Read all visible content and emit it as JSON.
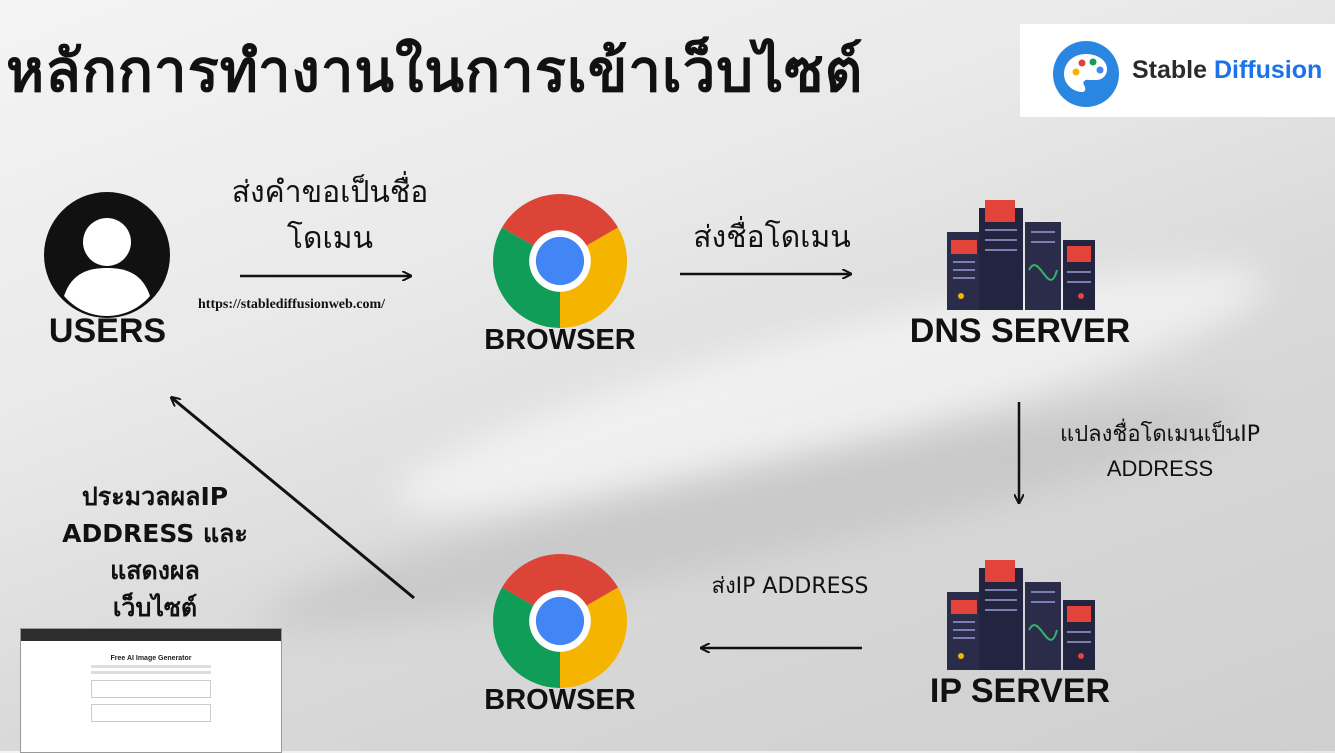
{
  "title": "หลักการทำงานในการเข้าเว็บไซต์",
  "logo": {
    "text_part1": "Stable",
    "text_part2": "Diffusion",
    "icon": "palette-icon"
  },
  "nodes": {
    "users": "USERS",
    "browser_top": "BROWSER",
    "dns_server": "DNS SERVER",
    "ip_server": "IP SERVER",
    "browser_bottom": "BROWSER"
  },
  "edges": {
    "users_to_browser_line1": "ส่งคำขอเป็นชื่อ",
    "users_to_browser_line2": "โดเมน",
    "url": "https://stablediffusionweb.com/",
    "browser_to_dns": "ส่งชื่อโดเมน",
    "dns_to_ip_line1": "แปลงชื่อโดเมนเป็นIP",
    "dns_to_ip_line2": "ADDRESS",
    "ip_to_browser": "ส่งIP ADDRESS",
    "browser_to_users_line1": "ประมวลผลIP",
    "browser_to_users_line2": "ADDRESS และ",
    "browser_to_users_line3": "แสดงผล",
    "browser_to_users_line4": "เว็บไซต์"
  },
  "screenshot": {
    "heading": "Free AI Image Generator"
  },
  "colors": {
    "chrome_red": "#DB4437",
    "chrome_yellow": "#F4B400",
    "chrome_green": "#0F9D58",
    "chrome_blue": "#4285F4",
    "server_dark": "#2b2c4a",
    "server_red": "#e4433b"
  }
}
